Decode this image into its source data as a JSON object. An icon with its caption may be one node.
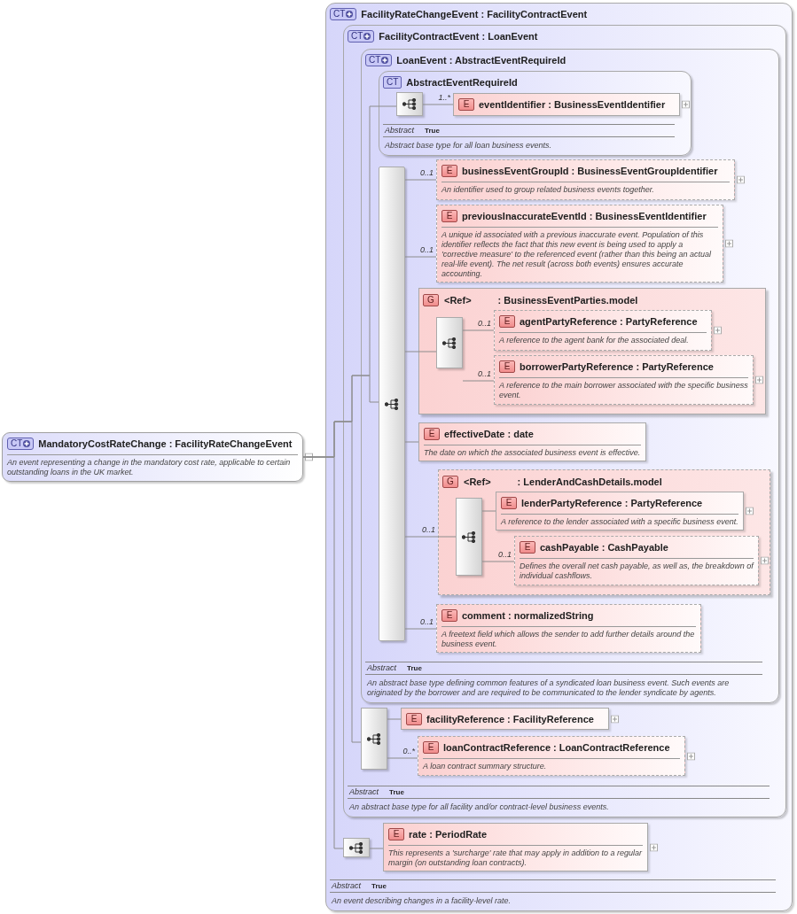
{
  "diagram": {
    "nodes": [
      {
        "text": [
          "CT",
          "MandatoryCostRateChange : FacilityRateChangeEvent",
          "An event representing a change in the mandatory cost rate, applicable to certain outstanding loans in the UK market."
        ]
      },
      {
        "text": [
          "CT",
          "FacilityRateChangeEvent : FacilityContractEvent",
          "Abstract",
          "True",
          "An event describing changes in a facility-level rate."
        ]
      },
      {
        "text": [
          "CT",
          "FacilityContractEvent : LoanEvent",
          "Abstract",
          "True",
          "An abstract base type for all facility and/or contract-level business events."
        ],
        "in": 1
      },
      {
        "text": [
          "CT",
          "LoanEvent : AbstractEventRequireId",
          "Abstract",
          "True",
          "An abstract base type defining common features of a syndicated loan business event. Such events are originated by the borrower and are required to be communicated to the lender syndicate by agents."
        ],
        "in": 2
      },
      {
        "text": [
          "CT",
          "AbstractEventRequireId",
          "Abstract",
          "True",
          "Abstract base type for all loan business events."
        ],
        "in": 3
      },
      {
        "text": [],
        "shape": "box",
        "in": 4
      },
      {
        "text": [
          "E",
          "eventIdentifier : BusinessEventIdentifier"
        ],
        "in": 4
      },
      {
        "text": [],
        "shape": "bar",
        "in": 3
      },
      {
        "text": [
          "E",
          "businessEventGroupId : BusinessEventGroupIdentifier",
          "An identifier used to group related business events together."
        ],
        "in": 3
      },
      {
        "text": [
          "E",
          "previousInaccurateEventId : BusinessEventIdentifier",
          "A unique id associated with a previous inaccurate event. Population of this identifier reflects the fact that this new event is being used to apply a 'corrective measure' to the referenced event (rather than this being an actual real-life event). The net result (across both events) ensures accurate accounting."
        ],
        "in": 3
      },
      {
        "text": [
          "G",
          "<Ref>",
          ": BusinessEventParties.model"
        ],
        "in": 3
      },
      {
        "text": [],
        "shape": "box",
        "in": 10
      },
      {
        "text": [
          "E",
          "agentPartyReference : PartyReference",
          "A reference to the agent bank for the associated deal."
        ],
        "in": 10
      },
      {
        "text": [
          "E",
          "borrowerPartyReference : PartyReference",
          "A reference to the main borrower associated with the specific business event."
        ],
        "in": 10
      },
      {
        "text": [
          "E",
          "effectiveDate : date",
          "The date on which the associated business event is effective."
        ],
        "in": 3
      },
      {
        "text": [
          "G",
          "<Ref>",
          ": LenderAndCashDetails.model"
        ],
        "in": 3
      },
      {
        "text": [],
        "shape": "box",
        "in": 15
      },
      {
        "text": [
          "E",
          "lenderPartyReference : PartyReference",
          "A reference to the lender associated with a specific business event."
        ],
        "in": 15
      },
      {
        "text": [
          "E",
          "cashPayable : CashPayable",
          "Defines the overall net cash payable, as well as, the breakdown of individual cashflows."
        ],
        "in": 15
      },
      {
        "text": [
          "E",
          "comment : normalizedString",
          "A freetext field which allows the sender to add further details around the business event."
        ],
        "in": 3
      },
      {
        "text": [],
        "shape": "box",
        "in": 2
      },
      {
        "text": [
          "E",
          "facilityReference : FacilityReference"
        ],
        "in": 2
      },
      {
        "text": [
          "E",
          "loanContractReference : LoanContractReference",
          "A loan contract summary structure."
        ],
        "in": 2
      },
      {
        "text": [],
        "shape": "box",
        "in": 1
      },
      {
        "text": [
          "E",
          "rate : PeriodRate",
          "This represents a 'surcharge' rate that may apply in addition to a regular margin (on outstanding loan contracts)."
        ],
        "in": 1
      }
    ],
    "edges": [
      {
        "from": 0,
        "to": 23,
        "arrow": "none"
      },
      {
        "from": 0,
        "to": 20,
        "arrow": "none"
      },
      {
        "from": 0,
        "to": 7,
        "arrow": "none"
      },
      {
        "from": 0,
        "to": 5,
        "arrow": "none"
      },
      {
        "from": 5,
        "to": 6,
        "arrow": "none",
        "label": "1..*"
      },
      {
        "from": 7,
        "to": 8,
        "arrow": "none",
        "label": "0..1"
      },
      {
        "from": 7,
        "to": 9,
        "arrow": "none",
        "label": "0..1"
      },
      {
        "from": 7,
        "to": 10,
        "arrow": "none"
      },
      {
        "from": 10,
        "to": 11,
        "arrow": "none"
      },
      {
        "from": 11,
        "to": 12,
        "arrow": "none",
        "label": "0..1"
      },
      {
        "from": 11,
        "to": 13,
        "arrow": "none",
        "label": "0..1"
      },
      {
        "from": 7,
        "to": 14,
        "arrow": "none"
      },
      {
        "from": 7,
        "to": 15,
        "arrow": "none",
        "label": "0..1"
      },
      {
        "from": 15,
        "to": 16,
        "arrow": "none"
      },
      {
        "from": 16,
        "to": 17,
        "arrow": "none"
      },
      {
        "from": 16,
        "to": 18,
        "arrow": "none",
        "label": "0..1"
      },
      {
        "from": 7,
        "to": 19,
        "arrow": "none",
        "label": "0..1"
      },
      {
        "from": 20,
        "to": 21,
        "arrow": "none"
      },
      {
        "from": 20,
        "to": 22,
        "arrow": "none",
        "label": "0..*"
      },
      {
        "from": 23,
        "to": 24,
        "arrow": "none"
      }
    ]
  }
}
